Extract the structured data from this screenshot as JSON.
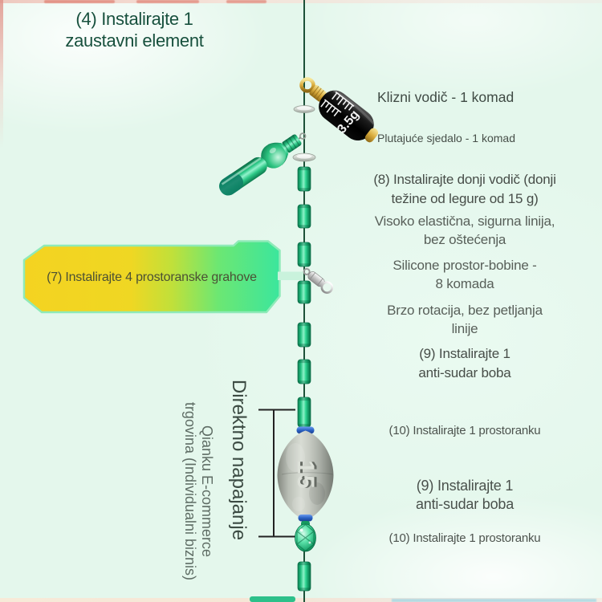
{
  "title": {
    "line1": "(4) Instalirajte 1",
    "line2": "zaustavni element"
  },
  "callout": {
    "step7": "(7) Instalirajte 4 prostoranske grahove"
  },
  "right_labels": {
    "slide_guide": "Klizni vodič - 1 komad",
    "float_seat": "Plutajuće sjedalo - 1 komad",
    "step8_line1": "(8) Instalirajte donji vodič (donji",
    "step8_line2": "težine od legure od 15 g)",
    "elastic_line1": "Visoko elastična, sigurna linija,",
    "elastic_line2": "bez oštećenja",
    "silicone_line1": "Silicone prostor-bobine -",
    "silicone_line2": "8 komada",
    "rotation_line1": "Brzo rotacija, bez petljanja",
    "rotation_line2": "linije",
    "step9_line1": "(9) Instalirajte 1",
    "step9_line2": "anti-sudar boba",
    "step10": "(10) Instalirajte 1 prostoranku"
  },
  "vertical_labels": {
    "direct_supply": "Direktno napajanje",
    "store_line1": "Qianku E-commerce",
    "store_line2": "trgovina (Individualni biznis)"
  },
  "component_labels": {
    "slide_guide_weight": "3.5g",
    "sinker_weight": "15"
  },
  "colors": {
    "background_mint": "#e4f7ec",
    "title_green": "#17503d",
    "text_dark": "#4a514c",
    "text_gray": "#585f59",
    "line_dark_green": "#1d5138",
    "bead_green": "#1fbd7d",
    "callout_yellow": "#f4d321",
    "callout_green": "#3be69d",
    "blue_ring": "#2a62c4",
    "gold": "#d9ab3c",
    "connector_green": "#c9f2dc",
    "bracket_black": "#222222"
  }
}
